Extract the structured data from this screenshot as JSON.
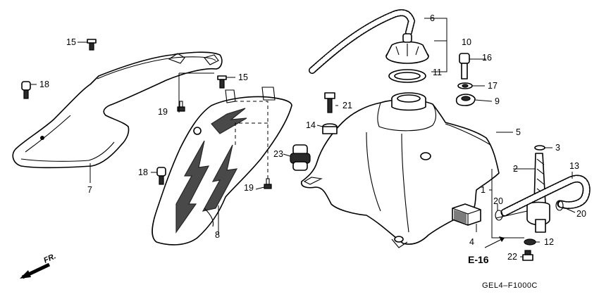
{
  "diagram": {
    "part_labels": {
      "p1": "1",
      "p2": "2",
      "p3": "3",
      "p4": "4",
      "p5": "5",
      "p6": "6",
      "p7": "7",
      "p8": "8",
      "p9": "9",
      "p10": "10",
      "p11": "11",
      "p12": "12",
      "p13": "13",
      "p14": "14",
      "p15a": "15",
      "p15b": "15",
      "p16": "16",
      "p17": "17",
      "p18a": "18",
      "p18b": "18",
      "p19a": "19",
      "p19b": "19",
      "p20a": "20",
      "p20b": "20",
      "p21": "21",
      "p22": "22",
      "p23": "23"
    },
    "reference": "E-16",
    "front_marker": "FR.",
    "drawing_code": "GEL4–F1000C"
  }
}
